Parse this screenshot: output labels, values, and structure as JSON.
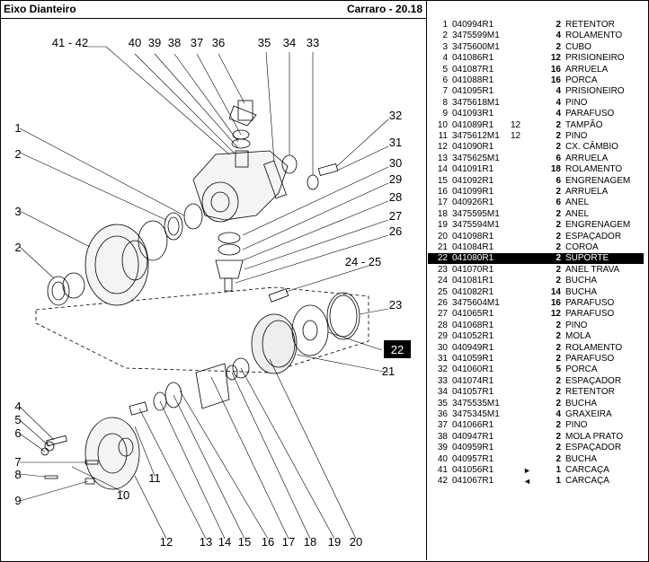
{
  "header": {
    "title": "Eixo Dianteiro",
    "model": "Carraro - 20.18"
  },
  "highlight_callout": "22",
  "callouts": [
    "41 - 42",
    "40",
    "39",
    "38",
    "37",
    "36",
    "35",
    "34",
    "33",
    "32",
    "31",
    "30",
    "29",
    "28",
    "27",
    "26",
    "24 - 25",
    "23",
    "22",
    "21",
    "1",
    "2",
    "3",
    "2",
    "4",
    "5",
    "6",
    "7",
    "8",
    "9",
    "10",
    "11",
    "12",
    "13",
    "14",
    "15",
    "16",
    "17",
    "18",
    "19",
    "20"
  ],
  "parts": [
    {
      "idx": "1",
      "code": "040994R1",
      "qty": "2",
      "desc": "RETENTOR"
    },
    {
      "idx": "2",
      "code": "3475599M1",
      "qty": "4",
      "desc": "ROLAMENTO"
    },
    {
      "idx": "3",
      "code": "3475600M1",
      "qty": "2",
      "desc": "CUBO"
    },
    {
      "idx": "4",
      "code": "041086R1",
      "qty": "12",
      "desc": "PRISIONEIRO"
    },
    {
      "idx": "5",
      "code": "041087R1",
      "qty": "16",
      "desc": "ARRUELA"
    },
    {
      "idx": "6",
      "code": "041088R1",
      "qty": "16",
      "desc": "PORCA"
    },
    {
      "idx": "7",
      "code": "041095R1",
      "qty": "4",
      "desc": "PRISIONEIRO"
    },
    {
      "idx": "8",
      "code": "3475618M1",
      "qty": "4",
      "desc": "PINO"
    },
    {
      "idx": "9",
      "code": "041093R1",
      "qty": "4",
      "desc": "PARAFUSO"
    },
    {
      "idx": "10",
      "code": "041089R1",
      "sub": "12",
      "qty": "2",
      "desc": "TAMPÃO"
    },
    {
      "idx": "11",
      "code": "3475612M1",
      "sub": "12",
      "qty": "2",
      "desc": "PINO"
    },
    {
      "idx": "12",
      "code": "041090R1",
      "qty": "2",
      "desc": "CX. CÂMBIO"
    },
    {
      "idx": "13",
      "code": "3475625M1",
      "qty": "6",
      "desc": "ARRUELA"
    },
    {
      "idx": "14",
      "code": "041091R1",
      "qty": "18",
      "desc": "ROLAMENTO"
    },
    {
      "idx": "15",
      "code": "041092R1",
      "qty": "6",
      "desc": "ENGRENAGEM"
    },
    {
      "idx": "16",
      "code": "041099R1",
      "qty": "2",
      "desc": "ARRUELA"
    },
    {
      "idx": "17",
      "code": "040926R1",
      "qty": "6",
      "desc": "ANEL"
    },
    {
      "idx": "18",
      "code": "3475595M1",
      "qty": "2",
      "desc": "ANEL"
    },
    {
      "idx": "19",
      "code": "3475594M1",
      "qty": "2",
      "desc": "ENGRENAGEM"
    },
    {
      "idx": "20",
      "code": "041098R1",
      "qty": "2",
      "desc": "ESPAÇADOR"
    },
    {
      "idx": "21",
      "code": "041084R1",
      "qty": "2",
      "desc": "COROA"
    },
    {
      "idx": "22",
      "code": "041080R1",
      "qty": "2",
      "desc": "SUPORTE",
      "hl": true
    },
    {
      "idx": "23",
      "code": "041070R1",
      "qty": "2",
      "desc": "ANEL TRAVA"
    },
    {
      "idx": "24",
      "code": "041081R1",
      "qty": "2",
      "desc": "BUCHA"
    },
    {
      "idx": "25",
      "code": "041082R1",
      "qty": "14",
      "desc": "BUCHA"
    },
    {
      "idx": "26",
      "code": "3475604M1",
      "qty": "16",
      "desc": "PARAFUSO"
    },
    {
      "idx": "27",
      "code": "041065R1",
      "qty": "12",
      "desc": "PARAFUSO"
    },
    {
      "idx": "28",
      "code": "041068R1",
      "qty": "2",
      "desc": "PINO"
    },
    {
      "idx": "29",
      "code": "041052R1",
      "qty": "2",
      "desc": "MOLA"
    },
    {
      "idx": "30",
      "code": "040949R1",
      "qty": "2",
      "desc": "ROLAMENTO"
    },
    {
      "idx": "31",
      "code": "041059R1",
      "qty": "2",
      "desc": "PARAFUSO"
    },
    {
      "idx": "32",
      "code": "041060R1",
      "qty": "5",
      "desc": "PORCA"
    },
    {
      "idx": "33",
      "code": "041074R1",
      "qty": "2",
      "desc": "ESPAÇADOR"
    },
    {
      "idx": "34",
      "code": "041057R1",
      "qty": "2",
      "desc": "RETENTOR"
    },
    {
      "idx": "35",
      "code": "3475535M1",
      "qty": "2",
      "desc": "BUCHA"
    },
    {
      "idx": "36",
      "code": "3475345M1",
      "qty": "4",
      "desc": "GRAXEIRA"
    },
    {
      "idx": "37",
      "code": "041066R1",
      "qty": "2",
      "desc": "PINO"
    },
    {
      "idx": "38",
      "code": "040947R1",
      "qty": "2",
      "desc": "MOLA PRATO"
    },
    {
      "idx": "39",
      "code": "040959R1",
      "qty": "2",
      "desc": "ESPAÇADOR"
    },
    {
      "idx": "40",
      "code": "040957R1",
      "qty": "2",
      "desc": "BUCHA"
    },
    {
      "idx": "41",
      "code": "041056R1",
      "arrow": "►",
      "qty": "1",
      "desc": "CARCAÇA"
    },
    {
      "idx": "42",
      "code": "041067R1",
      "arrow": "◄",
      "qty": "1",
      "desc": "CARCAÇA"
    }
  ]
}
